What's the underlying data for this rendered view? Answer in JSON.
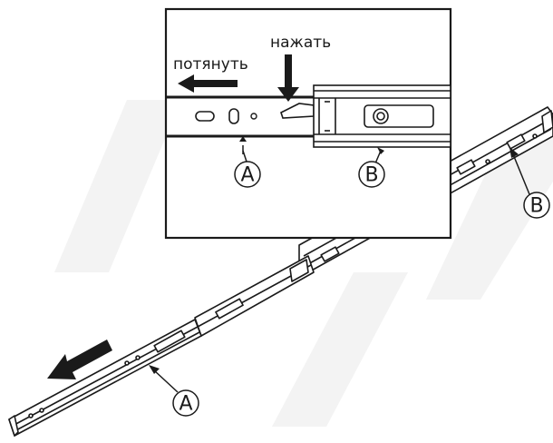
{
  "detail": {
    "pull_label": "потянуть",
    "press_label": "нажать"
  },
  "callouts": {
    "inset_a": "A",
    "inset_b": "B",
    "main_a": "A",
    "main_b": "B"
  },
  "colors": {
    "line": "#1a1a1a",
    "watermark": "#f2f2f2",
    "background": "#ffffff"
  }
}
